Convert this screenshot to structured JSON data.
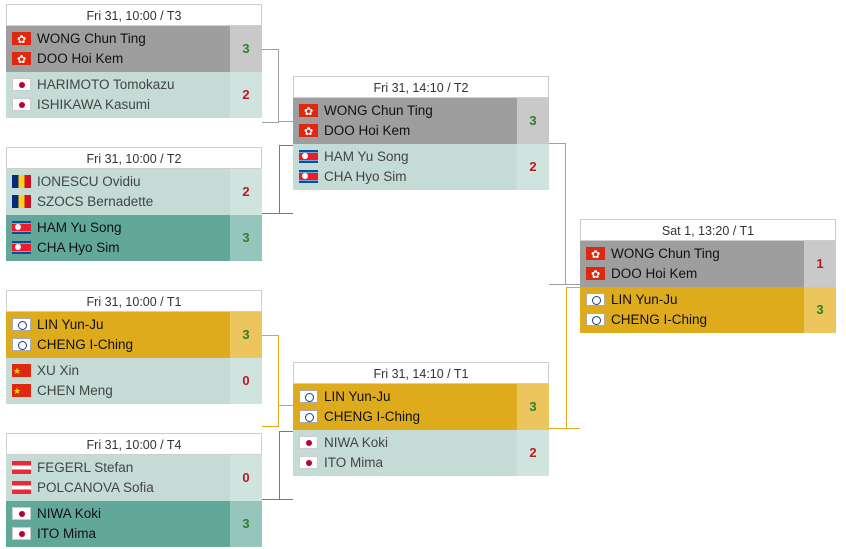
{
  "matches": {
    "r1a": {
      "header": "Fri 31, 10:00 / T3",
      "top": {
        "p1": "WONG Chun Ting",
        "p2": "DOO Hoi Kem",
        "score": "3",
        "flag": "hong-kong-flag"
      },
      "bot": {
        "p1": "HARIMOTO Tomokazu",
        "p2": "ISHIKAWA Kasumi",
        "score": "2",
        "flag": "japan-flag"
      }
    },
    "r1b": {
      "header": "Fri 31, 10:00 / T2",
      "top": {
        "p1": "IONESCU Ovidiu",
        "p2": "SZOCS Bernadette",
        "score": "2",
        "flag": "romania-flag"
      },
      "bot": {
        "p1": "HAM Yu Song",
        "p2": "CHA Hyo Sim",
        "score": "3",
        "flag": "north-korea-flag"
      }
    },
    "r1c": {
      "header": "Fri 31, 10:00 / T1",
      "top": {
        "p1": "LIN Yun-Ju",
        "p2": "CHENG I-Ching",
        "score": "3",
        "flag": "chinese-taipei-flag"
      },
      "bot": {
        "p1": "XU Xin",
        "p2": "CHEN Meng",
        "score": "0",
        "flag": "china-flag"
      }
    },
    "r1d": {
      "header": "Fri 31, 10:00 / T4",
      "top": {
        "p1": "FEGERL Stefan",
        "p2": "POLCANOVA Sofia",
        "score": "0",
        "flag": "austria-flag"
      },
      "bot": {
        "p1": "NIWA Koki",
        "p2": "ITO Mima",
        "score": "3",
        "flag": "japan-flag"
      }
    },
    "r2a": {
      "header": "Fri 31, 14:10 / T2",
      "top": {
        "p1": "WONG Chun Ting",
        "p2": "DOO Hoi Kem",
        "score": "3",
        "flag": "hong-kong-flag"
      },
      "bot": {
        "p1": "HAM Yu Song",
        "p2": "CHA Hyo Sim",
        "score": "2",
        "flag": "north-korea-flag"
      }
    },
    "r2b": {
      "header": "Fri 31, 14:10 / T1",
      "top": {
        "p1": "LIN Yun-Ju",
        "p2": "CHENG I-Ching",
        "score": "3",
        "flag": "chinese-taipei-flag"
      },
      "bot": {
        "p1": "NIWA Koki",
        "p2": "ITO Mima",
        "score": "2",
        "flag": "japan-flag"
      }
    },
    "final": {
      "header": "Sat 1, 13:20 / T1",
      "top": {
        "p1": "WONG Chun Ting",
        "p2": "DOO Hoi Kem",
        "score": "1",
        "flag": "hong-kong-flag"
      },
      "bot": {
        "p1": "LIN Yun-Ju",
        "p2": "CHENG I-Ching",
        "score": "3",
        "flag": "chinese-taipei-flag"
      }
    }
  },
  "colors": {
    "grey_path": "#9e9e9e",
    "green_path": "#61a899",
    "gold_path": "#ddab1c",
    "win_score": "#2e7d32",
    "lose_score": "#b71c1c"
  }
}
